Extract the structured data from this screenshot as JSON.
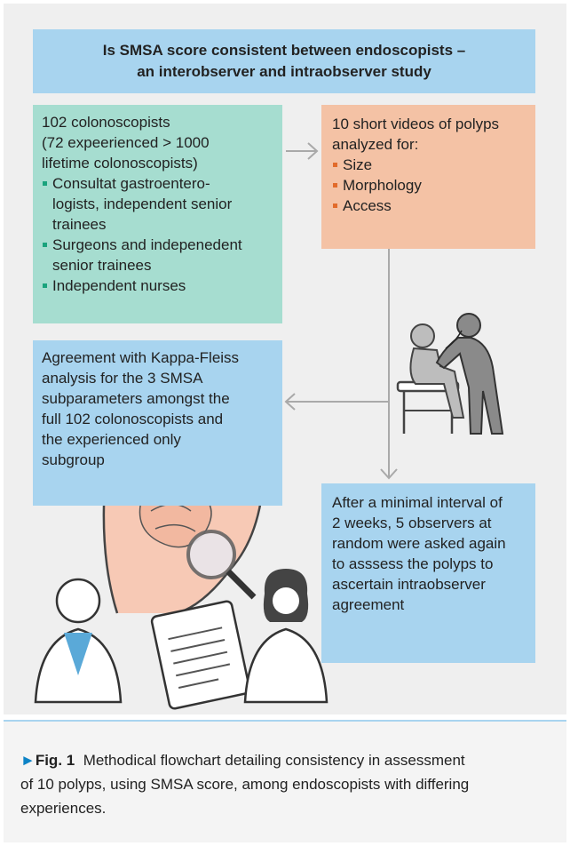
{
  "title": {
    "line1": "Is SMSA score consistent between endoscopists –",
    "line2": "an interobserver and intraobserver study"
  },
  "participants": {
    "line1": "102 colonoscopists",
    "line2": "(72 expeerienced > 1000",
    "line3": "lifetime colonoscopists)",
    "items": [
      {
        "line1": "Consultat gastroentero-",
        "line2": "logists, independent senior",
        "line3": "trainees"
      },
      {
        "line1": "Surgeons and indepenedent",
        "line2": "senior trainees"
      },
      {
        "line1": "Independent nurses"
      }
    ]
  },
  "videos": {
    "line1": "10 short videos of polyps",
    "line2": "analyzed for:",
    "items": [
      "Size",
      "Morphology",
      "Access"
    ]
  },
  "agreement": {
    "lines": [
      "Agreement with Kappa-Fleiss",
      "analysis for the 3 SMSA",
      "subparameters amongst the",
      "full 102 colonoscopists and",
      "the experienced only",
      "subgroup"
    ]
  },
  "intraobserver": {
    "lines": [
      "After a minimal interval of",
      "2 weeks, 5 observers at",
      "random were asked again",
      "to asssess the polyps to",
      "ascertain intraobserver",
      "agreement"
    ]
  },
  "caption": {
    "marker": "►",
    "figure_label": "Fig. 1",
    "line1": "Methodical flowchart detailing consistency in assessment",
    "line2": "of 10 polyps, using SMSA score, among endoscopists with differing",
    "line3": "experiences."
  },
  "colors": {
    "title_bg": "#a8d4ef",
    "participants_bg": "#a6ddd0",
    "videos_bg": "#f4c2a5",
    "arrow": "#a9a9a9"
  }
}
